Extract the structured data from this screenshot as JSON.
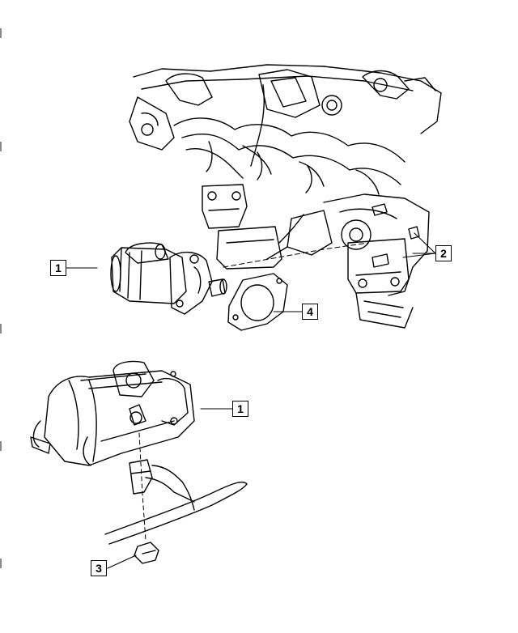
{
  "diagram": {
    "callouts": {
      "starter_top": "1",
      "gasket": "4",
      "bolts": "2",
      "starter_bottom": "1",
      "nut": "3"
    },
    "colors": {
      "line": "#000000",
      "background": "#ffffff"
    }
  }
}
